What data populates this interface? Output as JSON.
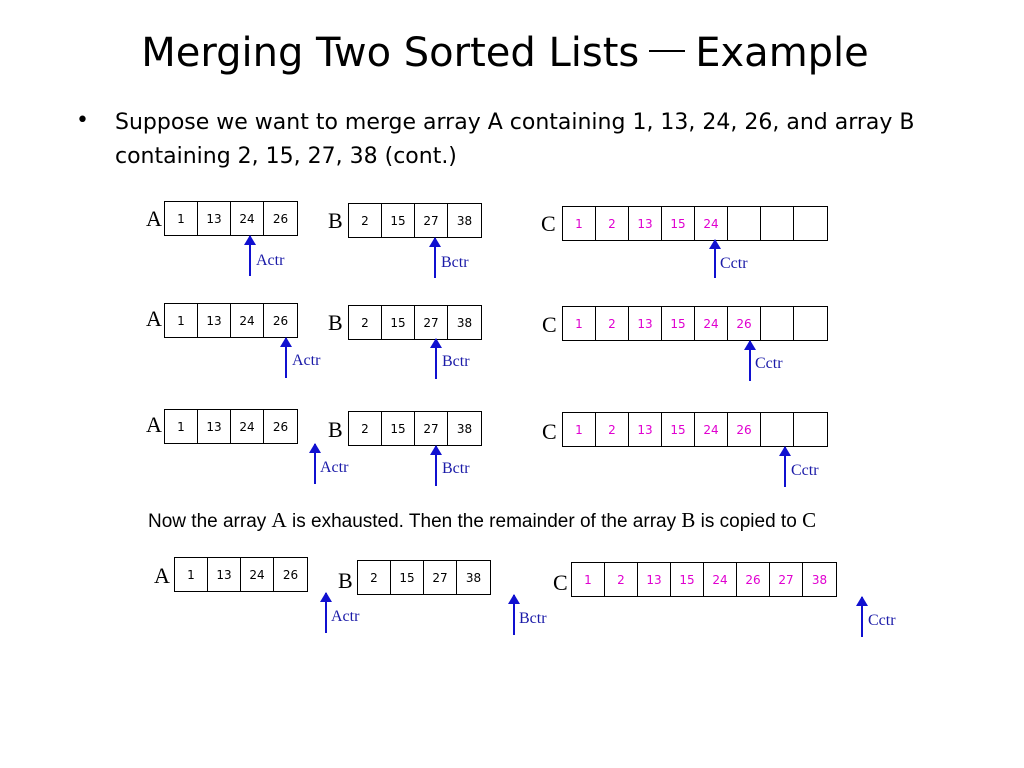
{
  "title": {
    "left": "Merging Two Sorted Lists",
    "right": "Example"
  },
  "bullet": {
    "text": "Suppose we want to merge array A containing 1, 13, 24, 26, and array B containing 2, 15, 27, 38 (cont.)"
  },
  "arrays": {
    "A": [
      "1",
      "13",
      "24",
      "26"
    ],
    "B": [
      "2",
      "15",
      "27",
      "38"
    ]
  },
  "labels": {
    "a": "A",
    "b": "B",
    "c": "C",
    "actr": "Actr",
    "bctr": "Bctr",
    "cctr": "Cctr"
  },
  "rows": [
    {
      "c": [
        "1",
        "2",
        "13",
        "15",
        "24",
        "",
        "",
        ""
      ]
    },
    {
      "c": [
        "1",
        "2",
        "13",
        "15",
        "24",
        "26",
        "",
        ""
      ]
    },
    {
      "c": [
        "1",
        "2",
        "13",
        "15",
        "24",
        "26",
        "",
        ""
      ]
    },
    {
      "c": [
        "1",
        "2",
        "13",
        "15",
        "24",
        "26",
        "27",
        "38"
      ]
    }
  ],
  "note": {
    "p1": "Now the array ",
    "a": "A",
    "p2": " is exhausted. Then the remainder of the array ",
    "b": "B",
    "p3": " is copied to ",
    "c": "C"
  },
  "colors": {
    "pointer": "#1010d0",
    "pointer_label": "#1a1aa8",
    "merged_value": "#e000d0"
  }
}
